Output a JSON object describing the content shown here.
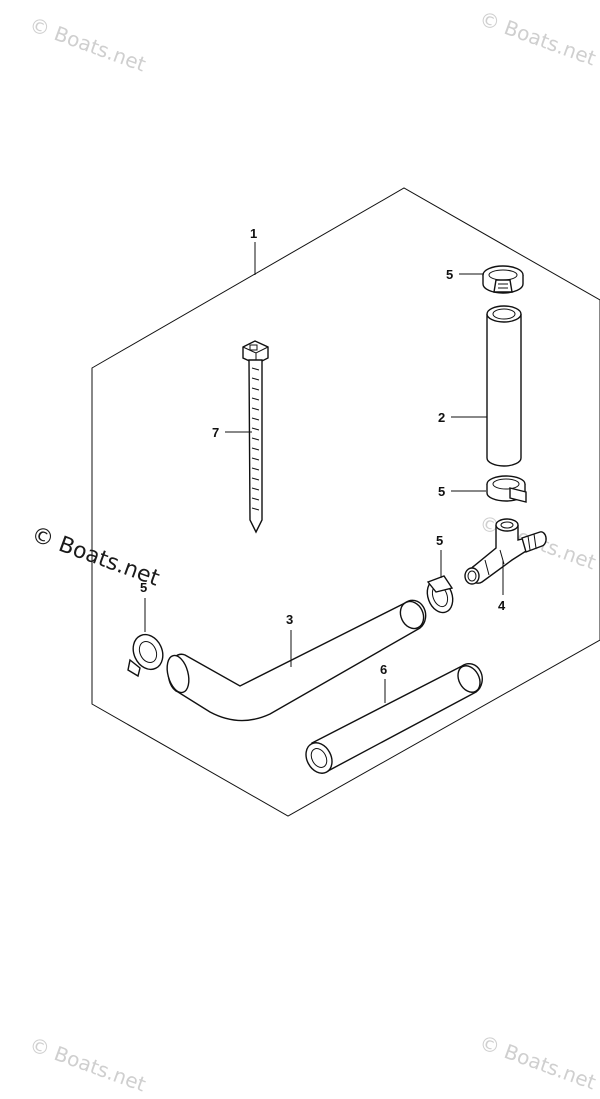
{
  "watermark": {
    "text": "© Boats.net"
  },
  "callouts": {
    "kit": "1",
    "hose_vertical": "2",
    "hose_bent": "3",
    "tee_joint": "4",
    "clamp": "5",
    "hose_straight": "6",
    "cable_tie": "7"
  },
  "colors": {
    "line": "#111111",
    "watermark_light": "#cfcfcf",
    "watermark_dark": "#1a1a1a"
  }
}
